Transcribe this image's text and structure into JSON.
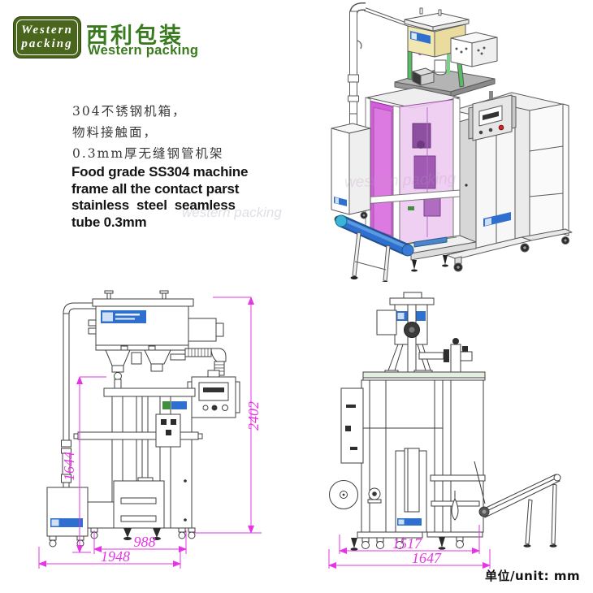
{
  "brand": {
    "badge_line1": "Western",
    "badge_line2": "packing",
    "name_cn": "西利包装",
    "name_en": "Western packing"
  },
  "description": {
    "cn_lines": [
      "304不锈钢机箱，",
      "物料接触面，",
      "0.3mm厚无缝钢管机架"
    ],
    "en_lines": [
      "Food grade SS304 machine",
      "frame all the contact parst",
      "stainless  steel  seamless",
      "tube 0.3mm"
    ]
  },
  "front_view": {
    "dim_body_height": "1644",
    "dim_total_height": "2402",
    "dim_body_width": "988",
    "dim_total_width": "1948"
  },
  "side_view": {
    "dim_body_depth": "1517",
    "dim_total_depth": "1647"
  },
  "unit_note": "单位/unit: mm",
  "watermark": "western packing",
  "colors": {
    "brand_green": "#3a7a1e",
    "badge_green": "#49661c",
    "dimension_magenta": "#e535e5",
    "label_blue": "#2f6fd0",
    "hopper_cream": "#f1e7b0",
    "leg_green": "#57bd63",
    "enclosure_pink": "#cf52d8",
    "enclosure_pink_light": "#edc9f0",
    "conveyor_blue": "#2f6fd0",
    "platform_gray": "#b4b4b4"
  }
}
